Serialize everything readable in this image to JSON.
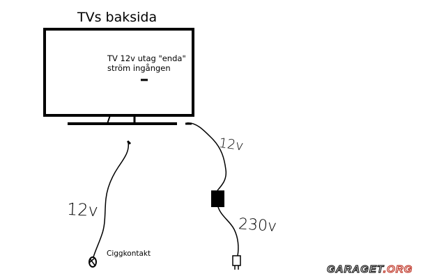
{
  "title": "TVs baksida",
  "note_line1": "TV 12v utag \"enda\"",
  "note_line2": "ström ingången",
  "label_12v_top": "12v",
  "label_12v_left": "12v",
  "label_230v": "230v",
  "label_cigg": "Ciggkontakt",
  "watermark_main": "GARAGET",
  "watermark_suffix": ".ORG",
  "colors": {
    "ink": "#000000",
    "watermark_outline": "#1a1a1a",
    "watermark_accent": "#c0392b"
  }
}
